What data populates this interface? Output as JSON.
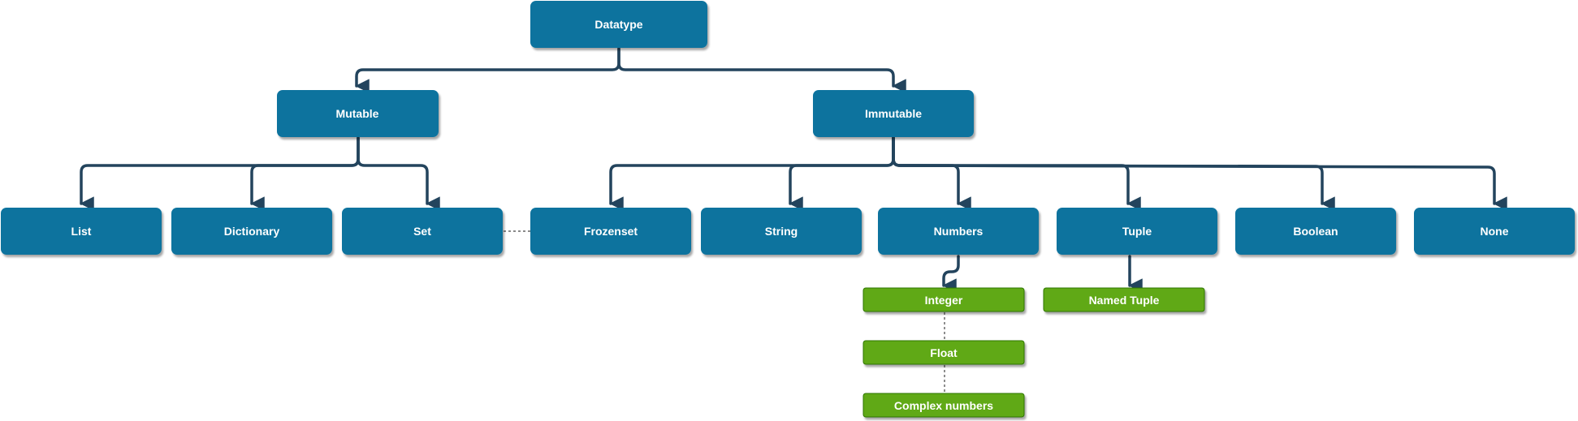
{
  "colors": {
    "primary_node": "#10739e",
    "primary_shadow": "#6b7c88",
    "secondary_node": "#60a917",
    "secondary_border": "#2d7600",
    "connector": "#23445d",
    "dashed_link": "#444444",
    "label": "#ffffff"
  },
  "nodes": {
    "datatype": "Datatype",
    "mutable": "Mutable",
    "immutable": "Immutable",
    "list": "List",
    "dictionary": "Dictionary",
    "set": "Set",
    "frozenset": "Frozenset",
    "string": "String",
    "numbers": "Numbers",
    "tuple": "Tuple",
    "boolean": "Boolean",
    "none": "None",
    "integer": "Integer",
    "float": "Float",
    "complex_numbers": "Complex numbers",
    "named_tuple": "Named Tuple"
  }
}
